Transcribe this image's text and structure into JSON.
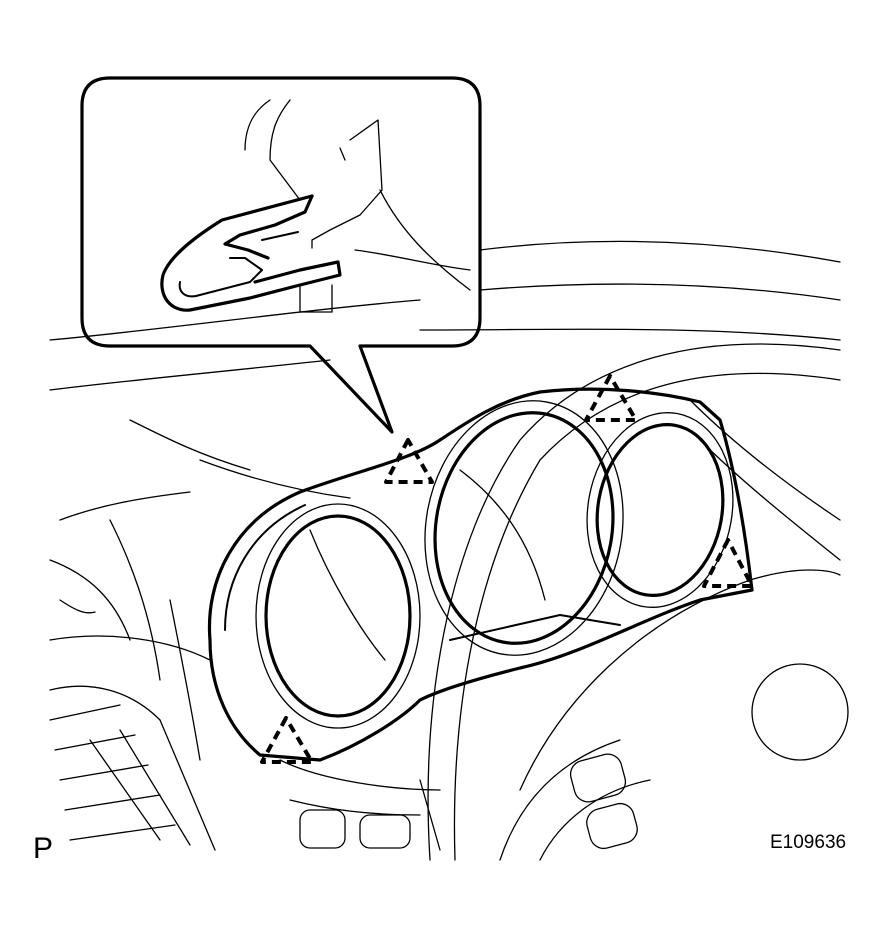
{
  "figure": {
    "corner_label": "P",
    "figure_id": "E109636",
    "clip_markers": 4,
    "callout": "clip-detail"
  }
}
